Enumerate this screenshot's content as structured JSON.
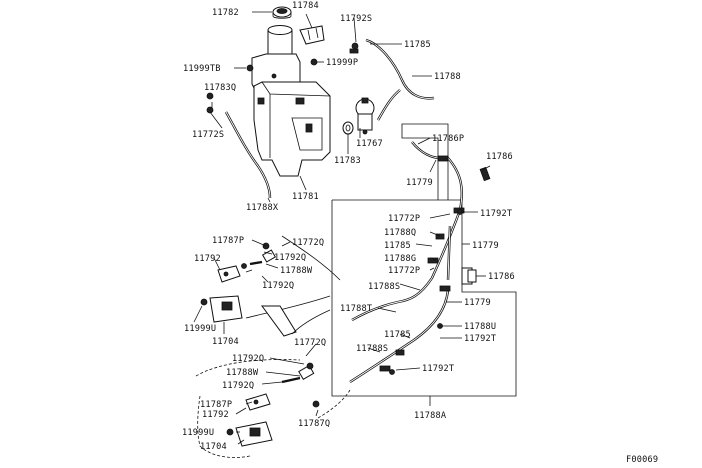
{
  "figure_code": "F00069",
  "labels": {
    "p11782": "11782",
    "p11784": "11784",
    "p11792S": "11792S",
    "p11785_top": "11785",
    "p11788_top": "11788",
    "p11999TB": "11999TB",
    "p11999P": "11999P",
    "p11783Q": "11783Q",
    "p11772S": "11772S",
    "p11767": "11767",
    "p11783": "11783",
    "p11781": "11781",
    "p11788X": "11788X",
    "p11786P": "11786P",
    "p11779_a": "11779",
    "p11786_a": "11786",
    "p11792T_a": "11792T",
    "p11772P_a": "11772P",
    "p11788Q_a": "11788Q",
    "p11785_mid": "11785",
    "p11779_b": "11779",
    "p11788G": "11788G",
    "p11772P_b": "11772P",
    "p11786_b": "11786",
    "p11788S_a": "11788S",
    "p11779_c": "11779",
    "p11788T": "11788T",
    "p11788U": "11788U",
    "p11785_low": "11785",
    "p11792T_b": "11792T",
    "p11788S_b": "11788S",
    "p11792T_c": "11792T",
    "p11788A": "11788A",
    "p11787P_a": "11787P",
    "p11772Q_a": "11772Q",
    "p11792_a": "11792",
    "p11792Q_a": "11792Q",
    "p11788W_a": "11788W",
    "p11792Q_b": "11792Q",
    "p11999U_a": "11999U",
    "p11704_a": "11704",
    "p11772Q_b": "11772Q",
    "p11792Q_c": "11792Q",
    "p11788W_b": "11788W",
    "p11792Q_d": "11792Q",
    "p11787P_b": "11787P",
    "p11792_b": "11792",
    "p11787Q": "11787Q",
    "p11999U_b": "11999U",
    "p11704_b": "11704"
  }
}
